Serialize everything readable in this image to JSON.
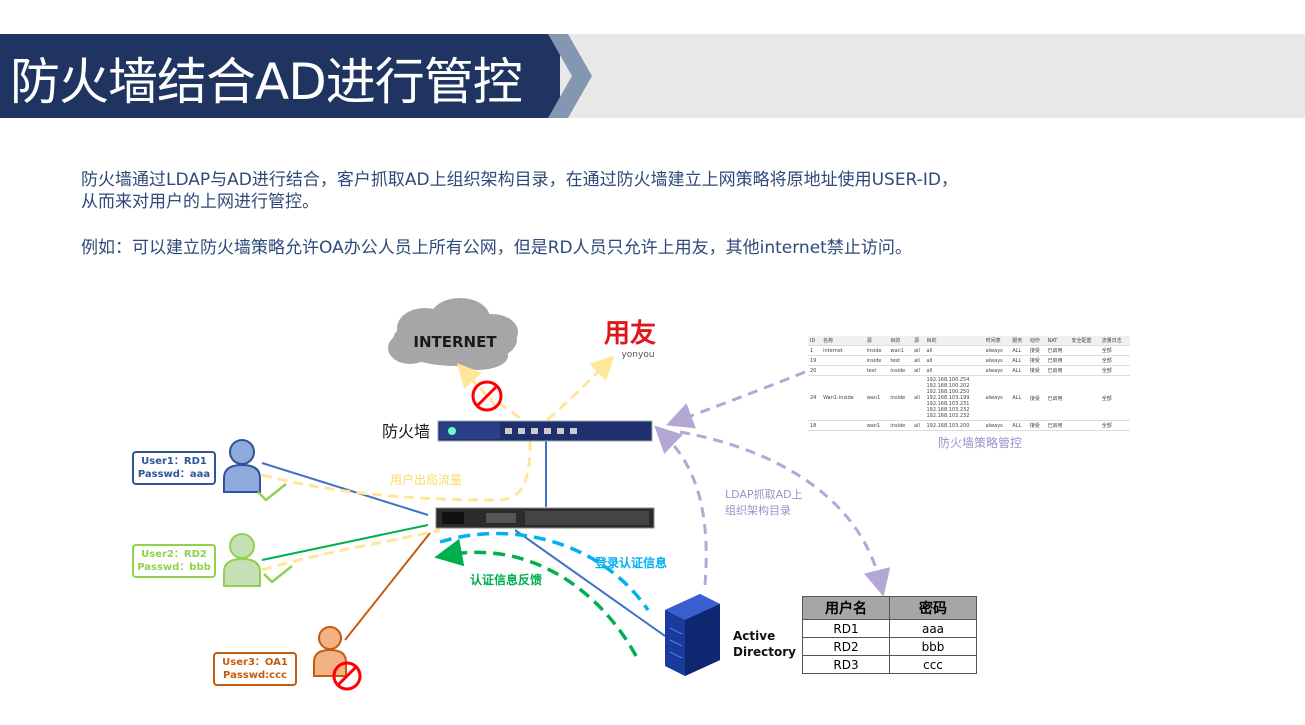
{
  "title": "防火墙结合AD进行管控",
  "paragraphs": [
    "防火墙通过LDAP与AD进行结合，客户抓取AD上组织架构目录，在通过防火墙建立上网策略将原地址使用USER-ID，",
    "从而来对用户的上网进行管控。",
    "例如：可以建立防火墙策略允许OA办公人员上所有公网，但是RD人员只允许上用友，其他internet禁止访问。"
  ],
  "diagram": {
    "internet": "INTERNET",
    "yonyou_cn": "用友",
    "yonyou_en": "yonyou",
    "firewall": "防火墙",
    "outbound_traffic": "用户出局流量",
    "auth_feedback": "认证信息反馈",
    "login_auth": "登录认证信息",
    "ldap_line1": "LDAP抓取AD上",
    "ldap_line2": "组织架构目录",
    "policy_mgmt": "防火墙策略管控",
    "ad_line1": "Active",
    "ad_line2": "Directory"
  },
  "users": [
    {
      "line1": "User1：RD1",
      "line2": "Passwd：aaa",
      "color": "#2f5597"
    },
    {
      "line1": "User2：RD2",
      "line2": "Passwd：bbb",
      "color": "#92d050"
    },
    {
      "line1": "User3：OA1",
      "line2": "Passwd:ccc",
      "color": "#c55a11"
    }
  ],
  "user_table": {
    "headers": [
      "用户名",
      "密码"
    ],
    "rows": [
      [
        "RD1",
        "aaa"
      ],
      [
        "RD2",
        "bbb"
      ],
      [
        "RD3",
        "ccc"
      ]
    ]
  },
  "policy_table": {
    "headers": [
      "ID",
      "名称",
      "源",
      "目的",
      "源",
      "目的",
      "时间表",
      "服务",
      "动作",
      "NAT",
      "安全配置",
      "流量日志"
    ],
    "rows": [
      [
        "1",
        "internet",
        "inside",
        "wan1",
        "all",
        "all",
        "always",
        "ALL",
        "接受",
        "已启用",
        "",
        "全部"
      ],
      [
        "19",
        "",
        "inside",
        "test",
        "all",
        "all",
        "always",
        "ALL",
        "接受",
        "已启用",
        "",
        "全部"
      ],
      [
        "20",
        "",
        "test",
        "inside",
        "all",
        "all",
        "always",
        "ALL",
        "接受",
        "已启用",
        "",
        "全部"
      ],
      [
        "24",
        "Wan1-inside",
        "wan1",
        "inside",
        "all",
        "192.168.100.254",
        "always",
        "ALL",
        "接受",
        "已启用",
        "",
        "全部"
      ]
    ],
    "extra_ips": [
      "192.168.100.202",
      "192.168.100.250",
      "192.168.103.199",
      "192.168.103.231",
      "192.168.103.232",
      "192.168.103.232"
    ],
    "last_row": [
      "18",
      "",
      "wan1",
      "inside",
      "all",
      "192.168.103.200",
      "always",
      "ALL",
      "接受",
      "已启用",
      "",
      "全部"
    ]
  },
  "colors": {
    "banner": "#1f3461",
    "text": "#2d4a7a",
    "traffic": "#ffe699",
    "feedback": "#00b050",
    "login": "#00b0f0",
    "ldap": "#b4a7d6",
    "forbidden": "#ff0000",
    "check": "#92d050"
  }
}
